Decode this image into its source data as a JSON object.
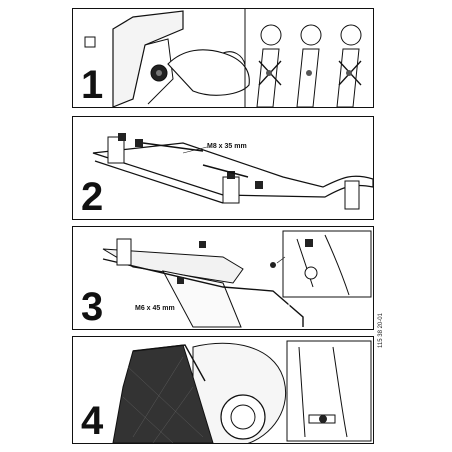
{
  "steps": [
    {
      "number": "1"
    },
    {
      "number": "2",
      "bolt_label": "M8 x 35 mm"
    },
    {
      "number": "3",
      "bolt_label": "M6 x 45 mm"
    },
    {
      "number": "4"
    }
  ],
  "document_code": "115 38 20-01"
}
